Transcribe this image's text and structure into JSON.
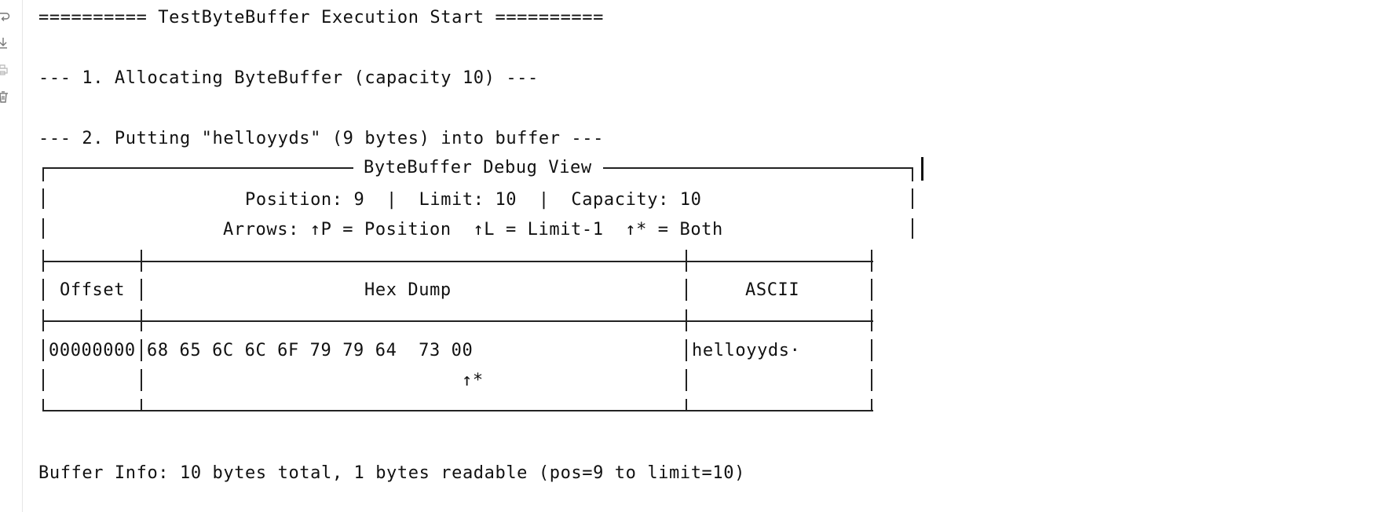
{
  "toolbar": {
    "icons": [
      "soft-wrap-icon",
      "scroll-to-end-icon",
      "print-icon",
      "clear-icon"
    ]
  },
  "console": {
    "line_start": "========== TestByteBuffer Execution Start ==========",
    "line_step1": "--- 1. Allocating ByteBuffer (capacity 10) ---",
    "line_step2": "--- 2. Putting \"helloyyds\" (9 bytes) into buffer ---",
    "debug_view": {
      "title": "ByteBuffer Debug View",
      "status": "Position: 9  |  Limit: 10  |  Capacity: 10",
      "legend": "Arrows: ↑P = Position  ↑L = Limit-1  ↑* = Both",
      "table": {
        "headers": [
          "Offset",
          "Hex Dump",
          "ASCII"
        ],
        "row": {
          "offset": "00000000",
          "hex": "68 65 6C 6C 6F 79 79 64  73 00",
          "ascii": "helloyyds·"
        },
        "marker": "↑*"
      }
    },
    "line_info": "Buffer Info: 10 bytes total, 1 bytes readable (pos=9 to limit=10)"
  }
}
